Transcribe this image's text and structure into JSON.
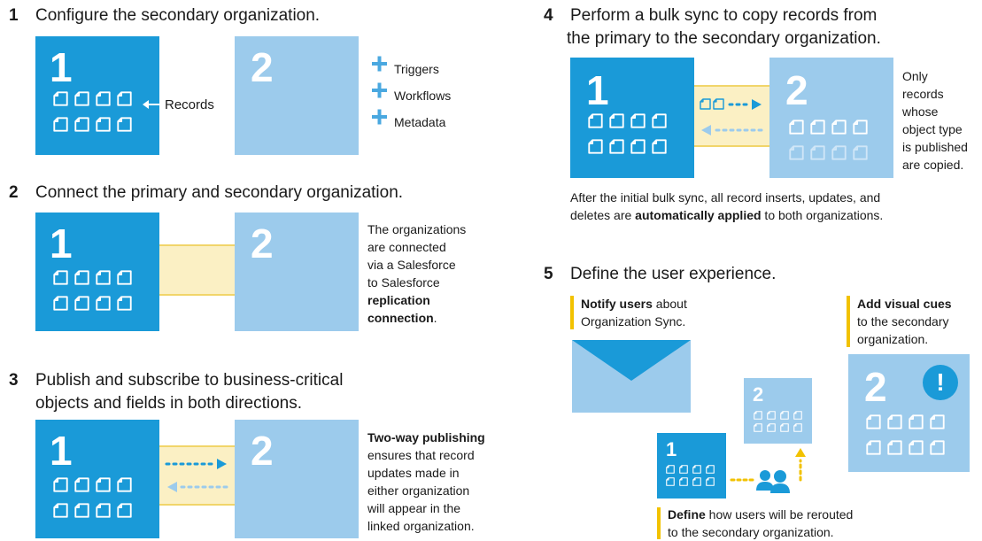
{
  "steps": [
    {
      "num": "1",
      "title": "Configure the secondary organization."
    },
    {
      "num": "2",
      "title": "Connect the primary and secondary organization."
    },
    {
      "num": "3",
      "title_line1": "Publish and subscribe to business-critical",
      "title_line2": "objects and fields in both directions."
    },
    {
      "num": "4",
      "title_line1": "Perform a bulk sync to copy records from",
      "title_line2": "the primary to the secondary organization."
    },
    {
      "num": "5",
      "title": "Define the user experience."
    }
  ],
  "org_primary_label": "1",
  "org_secondary_label": "2",
  "step1": {
    "records_label": "Records",
    "config_items": [
      "Triggers",
      "Workflows",
      "Metadata"
    ]
  },
  "step2": {
    "note_lines": [
      "The organizations",
      "are connected",
      "via a Salesforce",
      "to Salesforce"
    ],
    "note_bold_lines": [
      "replication",
      "connection"
    ],
    "note_tail": "."
  },
  "step3": {
    "note_bold": "Two-way publishing",
    "note_lines": [
      "ensures that record",
      "updates made in",
      "either organization",
      "will appear in the",
      "linked organization."
    ]
  },
  "step4": {
    "side_note": [
      "Only",
      "records",
      "whose",
      "object type",
      "is published",
      "are copied."
    ],
    "after_line1": "After the initial bulk sync, all record inserts, updates, and",
    "after_line2_pre": "deletes are ",
    "after_line2_bold": "automatically applied",
    "after_line2_post": " to both organizations."
  },
  "step5": {
    "notify_bold": "Notify users",
    "notify_rest": " about",
    "notify_line2": "Organization Sync.",
    "cues_bold": "Add visual cues",
    "cues_line2": "to the secondary",
    "cues_line3": "organization.",
    "alert_glyph": "!",
    "define_bold": "Define",
    "define_rest": " how users will be rerouted",
    "define_line2": "to the secondary organization."
  },
  "colors": {
    "primary_org": "#1a9ad8",
    "secondary_org": "#9ccbec",
    "connection_band": "#fbf0c4",
    "connection_border": "#f1d56a",
    "accent_yellow": "#f2c200",
    "plus_icon": "#4aa8e0"
  }
}
